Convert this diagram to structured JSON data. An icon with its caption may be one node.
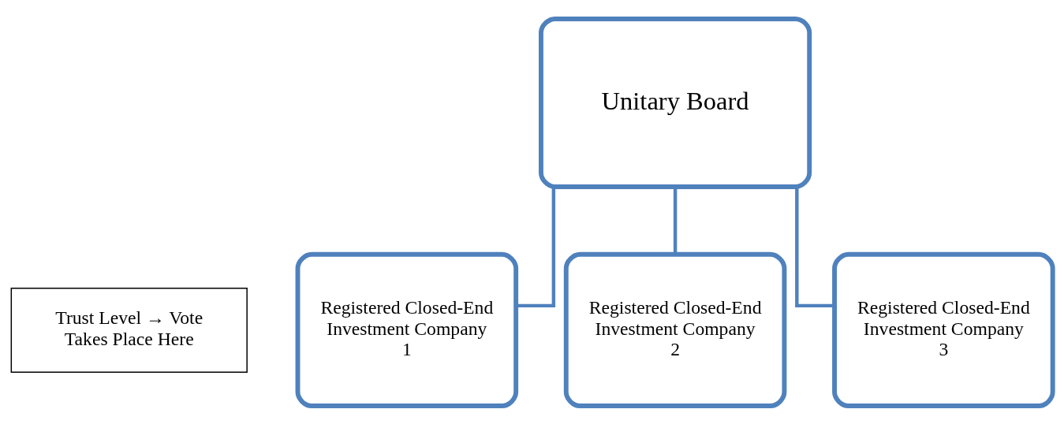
{
  "diagram": {
    "nodes": [
      {
        "text": [
          "Unitary Board"
        ]
      },
      {
        "text": [
          "Registered Closed-End Investment Company 1"
        ]
      },
      {
        "text": [
          "Registered Closed-End Investment Company 2"
        ]
      },
      {
        "text": [
          "Registered Closed-End Investment Company 3"
        ]
      },
      {
        "text": [
          "Trust Level → Vote Takes Place Here"
        ]
      }
    ],
    "edges": [
      {
        "from": 0,
        "to": 1,
        "arrow": "none"
      },
      {
        "from": 0,
        "to": 2,
        "arrow": "none"
      },
      {
        "from": 0,
        "to": 3,
        "arrow": "none"
      }
    ]
  }
}
